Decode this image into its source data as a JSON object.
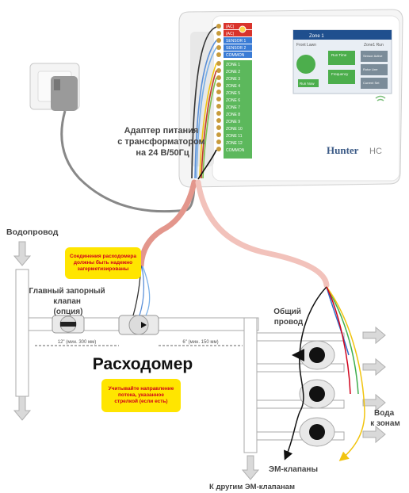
{
  "labels": {
    "adapter": [
      "Адаптер питания",
      "с трансформатором",
      "на 24 В/50Гц"
    ],
    "water_supply": "Водопровод",
    "main_valve": [
      "Главный запорный",
      "клапан",
      "(опция)"
    ],
    "common_wire": [
      "Общий",
      "провод"
    ],
    "dist_left": "12\" (мин. 300 мм)",
    "dist_right": "6\" (мин. 150 мм)",
    "flow_meter": "Расходомер",
    "water_to_zones": [
      "Вода",
      "к зонам"
    ],
    "solenoid_valves": "ЭМ-клапаны",
    "to_other_valves": "К другим ЭМ-клапанам"
  },
  "notes": {
    "seal": [
      "Соединения расходомера",
      "должны быть надежно",
      "загерметизированы"
    ],
    "direction": [
      "Учитывайте направление",
      "потока, указанное",
      "стрелкой (если есть)"
    ]
  },
  "controller": {
    "terminals_top": [
      "(AC)",
      "(AC)"
    ],
    "terminals_sensor": [
      "SENSOR 1",
      "SENSOR 2",
      "COMMON"
    ],
    "terminals_zone": [
      "ZONE 1",
      "ZONE 2",
      "ZONE 3",
      "ZONE 4",
      "ZONE 5",
      "ZONE 6",
      "ZONE 7",
      "ZONE 8",
      "ZONE 9",
      "ZONE 10",
      "ZONE 11",
      "ZONE 12",
      "COMMON"
    ],
    "screen": {
      "title": "Zone 1",
      "left_hdr": "Front Lawn",
      "right_hdr": "Zone1 Run",
      "run_time": "Run Time",
      "frequency": "Frequency",
      "run_now": "Run Now",
      "side_buttons": [
        "Sensor Active",
        "Rotor Line",
        "Current Set"
      ]
    },
    "brand": "Hunter",
    "model": "HC"
  },
  "colors": {
    "green_terminal": "#5cb85c",
    "blue_terminal": "#3a7bd5",
    "red_terminal": "#d9332b",
    "note_bg": "#ffe500",
    "note_text": "#d0021b",
    "cable": "#e3968c"
  }
}
